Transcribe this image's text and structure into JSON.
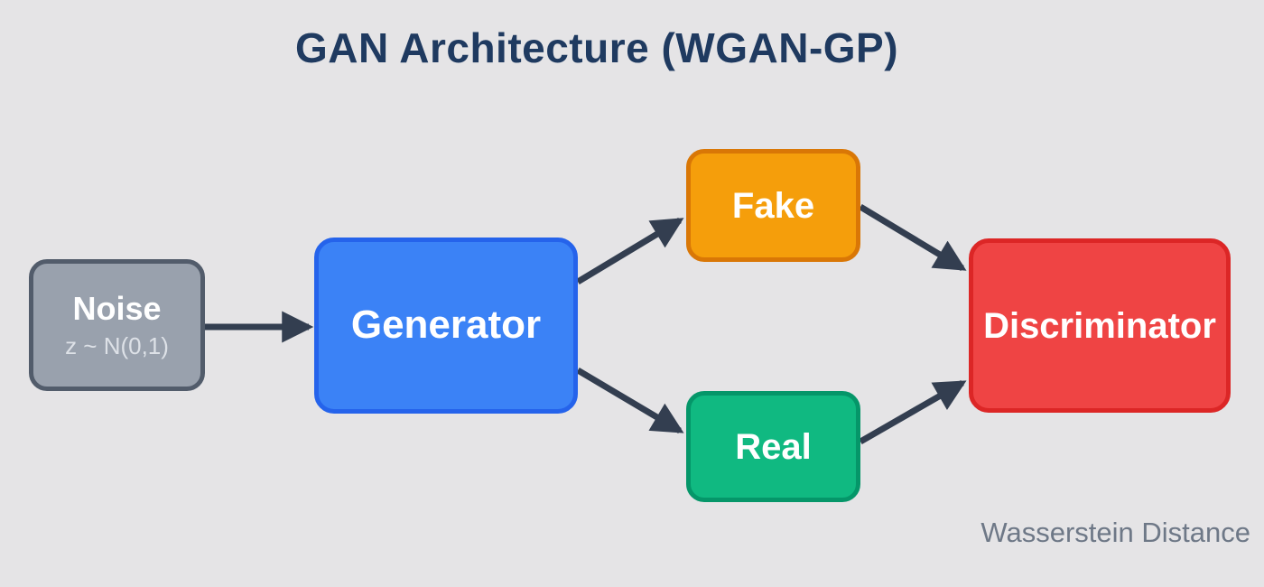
{
  "title": "GAN Architecture (WGAN-GP)",
  "footer_label": "Wasserstein Distance",
  "colors": {
    "background": "#e5e4e6",
    "title_text": "#1f3a60",
    "arrow": "#333e50",
    "footer_text": "#6e7887",
    "node_text": "#ffffff",
    "noise_fill": "#99a1ad",
    "noise_border": "#525c6b",
    "noise_sublabel_text": "#dde1e7",
    "generator_fill": "#3b82f6",
    "generator_border": "#2563eb",
    "fake_fill": "#f59e0b",
    "fake_border": "#d97706",
    "real_fill": "#10b981",
    "real_border": "#059669",
    "discriminator_fill": "#ef4444",
    "discriminator_border": "#dc2626"
  },
  "nodes": {
    "noise": {
      "label": "Noise",
      "sublabel": "z ~ N(0,1)"
    },
    "generator": {
      "label": "Generator"
    },
    "fake": {
      "label": "Fake"
    },
    "real": {
      "label": "Real"
    },
    "discriminator": {
      "label": "Discriminator"
    }
  },
  "edges": [
    {
      "from": "noise",
      "to": "generator"
    },
    {
      "from": "generator",
      "to": "fake"
    },
    {
      "from": "generator",
      "to": "real"
    },
    {
      "from": "fake",
      "to": "discriminator"
    },
    {
      "from": "real",
      "to": "discriminator"
    }
  ]
}
